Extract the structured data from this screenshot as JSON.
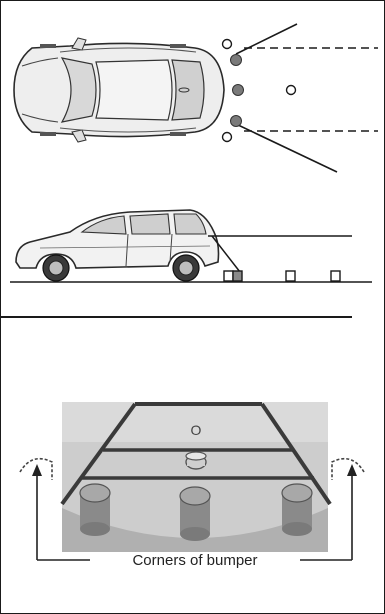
{
  "top_diagram": {
    "views": [
      "car-top-view",
      "car-side-view"
    ]
  },
  "camera_view": {
    "label": "Corners of bumper",
    "marker_letter": "O"
  },
  "colors": {
    "line": "#1a1a1a",
    "car_fill": "#e6e6e6",
    "car_stroke": "#333333",
    "screen_bg": "#bdbdbd",
    "screen_sky": "#d9d9d9",
    "pole_fill": "#8c8c8c",
    "pole_dark": "#6e6e6e"
  }
}
